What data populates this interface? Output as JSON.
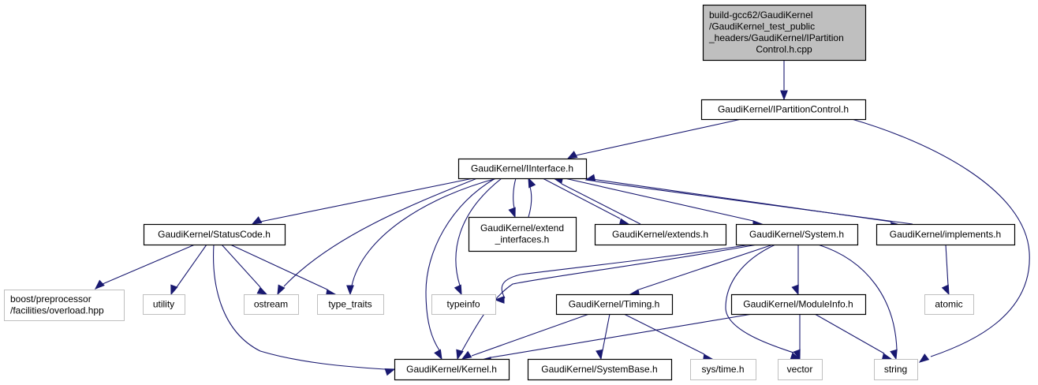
{
  "diagram": {
    "type": "include-dependency-graph",
    "colors": {
      "edge": "#191970",
      "root_fill": "#bfbfbf",
      "root_border": "#000000",
      "documented_border": "#000000",
      "external_border": "#bfbfbf",
      "node_fill": "#ffffff"
    },
    "nodes": [
      {
        "id": "root",
        "kind": "root",
        "lines": [
          "build-gcc62/GaudiKernel",
          "/GaudiKernel_test_public",
          "_headers/GaudiKernel/IPartition",
          "Control.h.cpp"
        ]
      },
      {
        "id": "ipartitioncontrol",
        "kind": "documented",
        "lines": [
          "GaudiKernel/IPartitionControl.h"
        ]
      },
      {
        "id": "iinterface",
        "kind": "documented",
        "lines": [
          "GaudiKernel/IInterface.h"
        ]
      },
      {
        "id": "statuscode",
        "kind": "documented",
        "lines": [
          "GaudiKernel/StatusCode.h"
        ]
      },
      {
        "id": "extend_interfaces",
        "kind": "documented",
        "lines": [
          "GaudiKernel/extend",
          "_interfaces.h"
        ]
      },
      {
        "id": "extends",
        "kind": "documented",
        "lines": [
          "GaudiKernel/extends.h"
        ]
      },
      {
        "id": "system",
        "kind": "documented",
        "lines": [
          "GaudiKernel/System.h"
        ]
      },
      {
        "id": "implements",
        "kind": "documented",
        "lines": [
          "GaudiKernel/implements.h"
        ]
      },
      {
        "id": "boost_overload",
        "kind": "external",
        "lines": [
          "boost/preprocessor",
          "/facilities/overload.hpp"
        ]
      },
      {
        "id": "utility",
        "kind": "external",
        "lines": [
          "utility"
        ]
      },
      {
        "id": "ostream",
        "kind": "external",
        "lines": [
          "ostream"
        ]
      },
      {
        "id": "type_traits",
        "kind": "external",
        "lines": [
          "type_traits"
        ]
      },
      {
        "id": "typeinfo",
        "kind": "external",
        "lines": [
          "typeinfo"
        ]
      },
      {
        "id": "timing",
        "kind": "documented",
        "lines": [
          "GaudiKernel/Timing.h"
        ]
      },
      {
        "id": "moduleinfo",
        "kind": "documented",
        "lines": [
          "GaudiKernel/ModuleInfo.h"
        ]
      },
      {
        "id": "atomic",
        "kind": "external",
        "lines": [
          "atomic"
        ]
      },
      {
        "id": "kernel",
        "kind": "documented",
        "lines": [
          "GaudiKernel/Kernel.h"
        ]
      },
      {
        "id": "systembase",
        "kind": "documented",
        "lines": [
          "GaudiKernel/SystemBase.h"
        ]
      },
      {
        "id": "sys_time",
        "kind": "external",
        "lines": [
          "sys/time.h"
        ]
      },
      {
        "id": "vector",
        "kind": "external",
        "lines": [
          "vector"
        ]
      },
      {
        "id": "string",
        "kind": "external",
        "lines": [
          "string"
        ]
      }
    ],
    "edges": [
      {
        "from": "root",
        "to": "ipartitioncontrol"
      },
      {
        "from": "ipartitioncontrol",
        "to": "iinterface"
      },
      {
        "from": "ipartitioncontrol",
        "to": "string"
      },
      {
        "from": "iinterface",
        "to": "statuscode"
      },
      {
        "from": "iinterface",
        "to": "ostream"
      },
      {
        "from": "iinterface",
        "to": "type_traits"
      },
      {
        "from": "iinterface",
        "to": "kernel"
      },
      {
        "from": "iinterface",
        "to": "typeinfo"
      },
      {
        "from": "iinterface",
        "to": "extend_interfaces"
      },
      {
        "from": "extend_interfaces",
        "to": "iinterface"
      },
      {
        "from": "iinterface",
        "to": "extends"
      },
      {
        "from": "extends",
        "to": "iinterface"
      },
      {
        "from": "iinterface",
        "to": "system"
      },
      {
        "from": "iinterface",
        "to": "implements"
      },
      {
        "from": "implements",
        "to": "iinterface"
      },
      {
        "from": "statuscode",
        "to": "boost_overload"
      },
      {
        "from": "statuscode",
        "to": "utility"
      },
      {
        "from": "statuscode",
        "to": "ostream"
      },
      {
        "from": "statuscode",
        "to": "type_traits"
      },
      {
        "from": "statuscode",
        "to": "kernel"
      },
      {
        "from": "system",
        "to": "typeinfo"
      },
      {
        "from": "system",
        "to": "kernel"
      },
      {
        "from": "system",
        "to": "timing"
      },
      {
        "from": "system",
        "to": "moduleinfo"
      },
      {
        "from": "system",
        "to": "vector"
      },
      {
        "from": "system",
        "to": "string"
      },
      {
        "from": "implements",
        "to": "atomic"
      },
      {
        "from": "timing",
        "to": "kernel"
      },
      {
        "from": "timing",
        "to": "systembase"
      },
      {
        "from": "timing",
        "to": "sys_time"
      },
      {
        "from": "moduleinfo",
        "to": "kernel"
      },
      {
        "from": "moduleinfo",
        "to": "vector"
      },
      {
        "from": "moduleinfo",
        "to": "string"
      }
    ]
  }
}
